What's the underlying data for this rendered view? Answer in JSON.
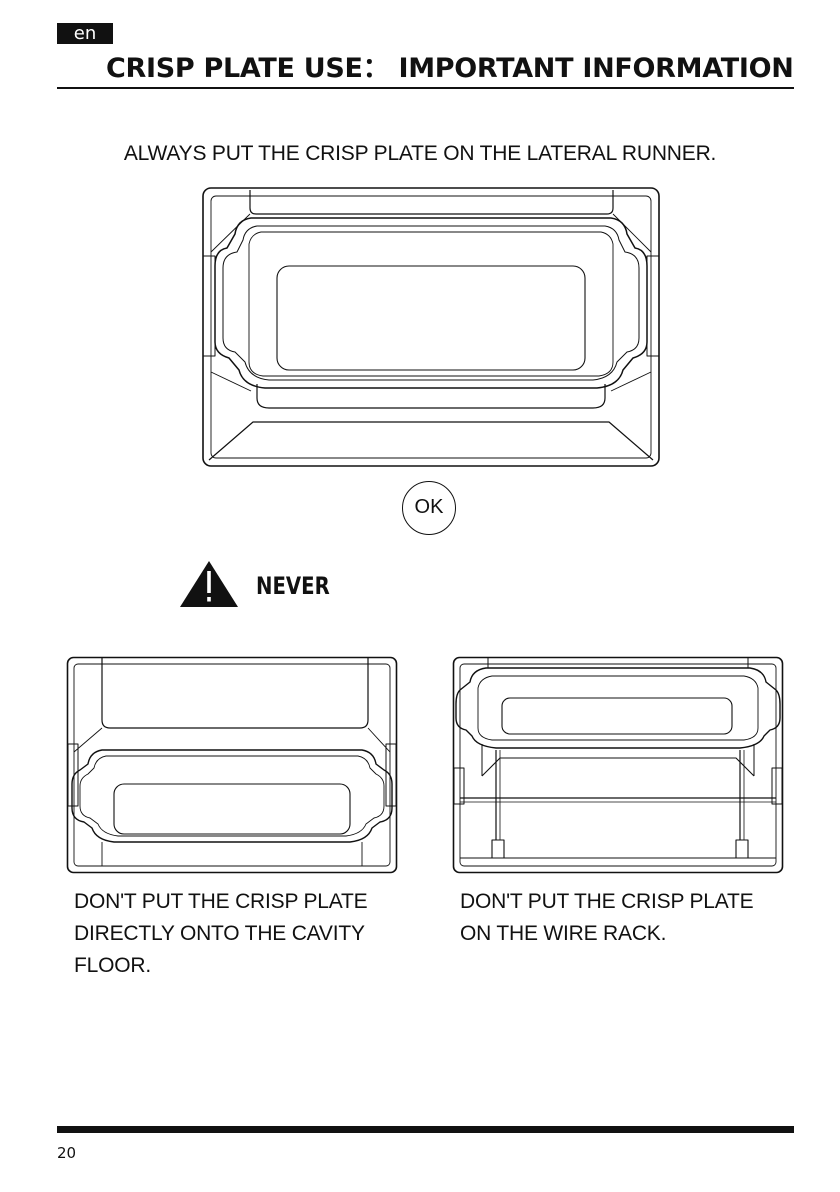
{
  "header": {
    "language": "en",
    "title": "CRISP PLATE USE：  IMPORTANT INFORMATION"
  },
  "instruction": "ALWAYS PUT THE CRISP PLATE ON THE LATERAL RUNNER.",
  "ok_label": "OK",
  "warning": {
    "label": "NEVER",
    "icon": "warning-triangle-icon"
  },
  "captions": {
    "left": [
      "DON'T PUT THE CRISP PLATE",
      "DIRECTLY ONTO THE CAVITY",
      "FLOOR."
    ],
    "right": [
      "DON'T PUT THE CRISP PLATE",
      "ON THE WIRE RACK."
    ]
  },
  "footer": {
    "page_number": "20"
  }
}
